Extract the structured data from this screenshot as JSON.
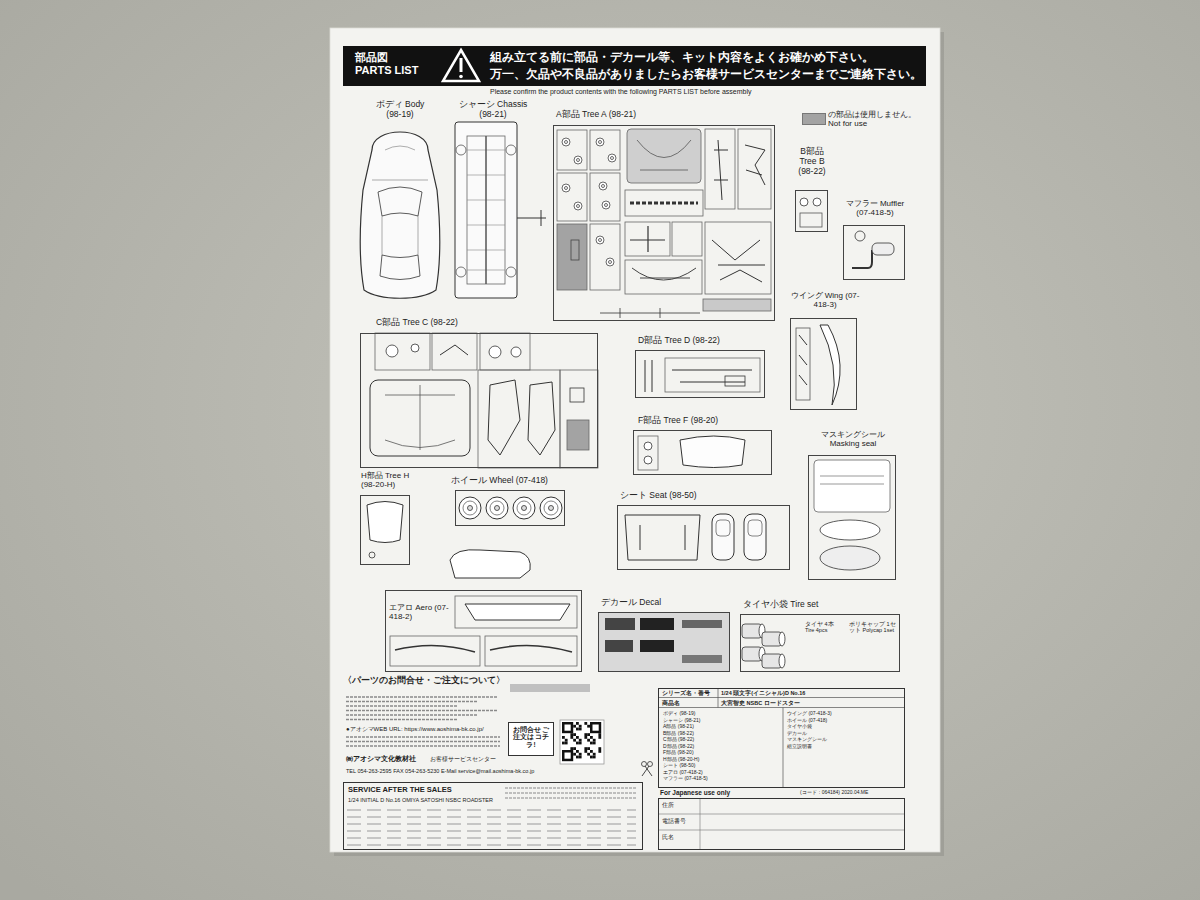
{
  "diagram": {
    "nodes": [
      {
        "text": [
          "部品図 PARTS LIST",
          "組み立てる前に部品・デカール等、キット内容をよくお確かめ下さい。",
          "万一、欠品や不良品がありましたらお客様サービスセンターまでご連絡下さい。"
        ]
      },
      {
        "text": [
          "A部品 Tree A (98-21)"
        ]
      },
      {
        "text": [
          "B部品 Tree B (98-22)"
        ]
      },
      {
        "text": [
          "マフラー Muffler (07-418-5)"
        ]
      },
      {
        "text": [
          "ウイング Wing (07-418-3)"
        ]
      },
      {
        "text": [
          "C部品 Tree C (98-22)"
        ]
      },
      {
        "text": [
          "D部品 Tree D (98-22)"
        ]
      },
      {
        "text": [
          "F部品 Tree F (98-20)"
        ]
      },
      {
        "text": [
          "マスキングシール Masking seal"
        ]
      },
      {
        "text": [
          "H部品 Tree H (98-20-H)"
        ]
      },
      {
        "text": [
          "ホイール Wheel (07-418)"
        ]
      },
      {
        "text": [
          "シート Seat (98-50)"
        ]
      },
      {
        "text": [
          "エアロ Aero (07-418-2)"
        ]
      },
      {
        "text": [
          "デカール Decal"
        ]
      },
      {
        "text": [
          "タイヤ小袋 Tire set",
          "タイヤ 4本 Tire 4pcs",
          "ポリキャップ 1セット Polycap 1set"
        ]
      },
      {
        "text": [
          "〈パーツのお問合せ・ご注文について〉"
        ]
      },
      {
        "text": [
          "お問合せ ご注文は コチラ!"
        ],
        "in": 15
      },
      {
        "text": [
          "SERVICE AFTER THE SALES",
          "1/24 INITIAL D No.16 OMIYA SATOSHI NSBC ROADSTER"
        ]
      },
      {
        "text": [
          "シリーズ名・番号",
          "1/24 頭文字(イニシャル)D No.16",
          "商品名",
          "大宮智史 NSBC ロードスター",
          "ボディ (98-19)",
          "シャーシ (98-21)",
          "A部品 (98-21)",
          "B部品 (98-22)",
          "C部品 (98-22)",
          "D部品 (98-22)",
          "F部品 (98-20)",
          "H部品 (98-20-H)",
          "シート (98-50)",
          "エアロ (07-418-2)",
          "マフラー (07-418-5)",
          "ウイング (07-418-3)",
          "ホイール (07-418)",
          "タイヤ小袋",
          "デカール",
          "マスキングシール",
          "組立説明書"
        ]
      },
      {
        "text": [
          "住所",
          "電話番号",
          "氏名"
        ]
      }
    ],
    "labels": [
      "ボディ Body (98-19)",
      "シャーシ Chassis (98-21)",
      "Please confirm the product contents with the following PARTS LIST before assembly",
      "●アオシマWEB URL: https://www.aoshima-bk.co.jp/",
      "㈱アオシマ文化教材社",
      "お客様サービスセンター",
      "TEL 054-263-2595 FAX 054-263-5230 E-Mail service@mail.aoshima-bk.co.jp",
      "For Japanese use only",
      "(コード：064184) 2020.04.ME"
    ],
    "legend": [
      {
        "text": "の部品は使用しません。 Not for use",
        "color": "#a3a3a3"
      }
    ]
  }
}
